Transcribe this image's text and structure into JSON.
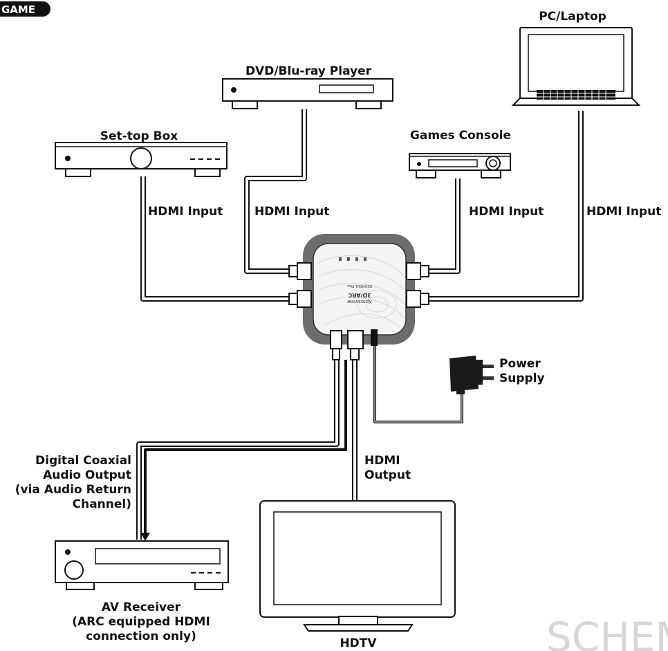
{
  "tag": "GAME",
  "watermark": "SCHEM",
  "devices": {
    "pc": "PC/Laptop",
    "dvd": "DVD/Blu-ray Player",
    "settop": "Set-top Box",
    "games": "Games Console",
    "power": [
      "Power",
      "Supply"
    ],
    "av": [
      "AV Receiver",
      "(ARC equipped HDMI",
      "connection only)"
    ],
    "hdtv": "HDTV"
  },
  "cables": {
    "hdmi_input": "HDMI Input",
    "hdmi_output": [
      "HDMI",
      "Output"
    ],
    "coax": [
      "Digital Coaxial",
      "Audio Output",
      "(via Audio Return",
      "Channel)"
    ]
  },
  "switch_text": [
    "Xpresview",
    "3D/ARC",
    "ESW4001 Plus"
  ]
}
